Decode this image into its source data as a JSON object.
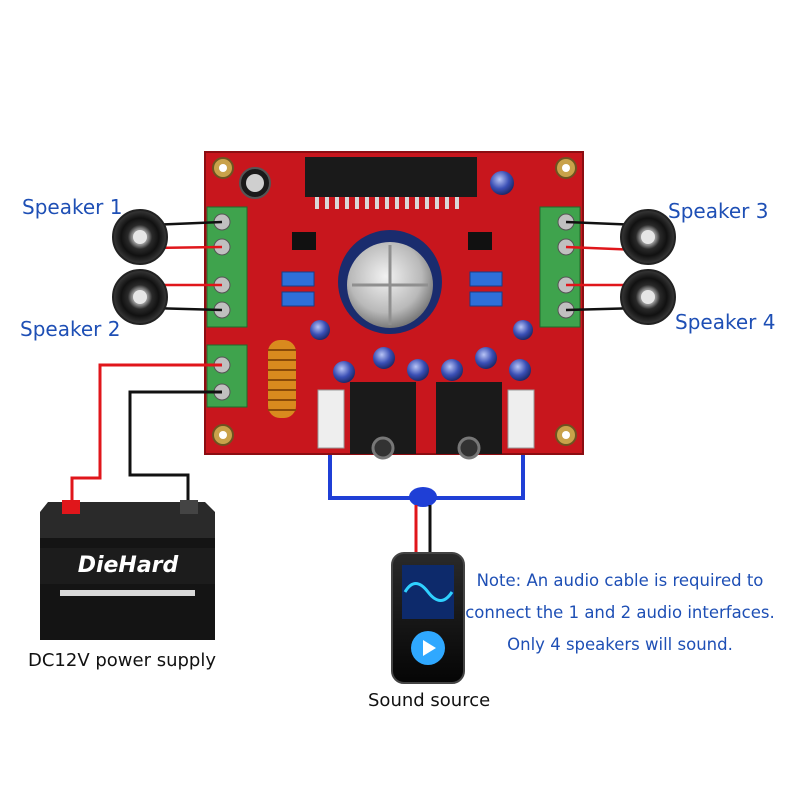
{
  "labels": {
    "speaker_1": "Speaker 1",
    "speaker_2": "Speaker 2",
    "speaker_3": "Speaker 3",
    "speaker_4": "Speaker 4",
    "power": "DC12V power supply",
    "source": "Sound source"
  },
  "note": {
    "line1": "Note: An audio cable is required to",
    "line2": "connect the 1 and 2 audio interfaces.",
    "line3": "Only 4 speakers will sound."
  },
  "battery": {
    "brand": "DieHard"
  },
  "colors": {
    "label_blue": "#1e4fb5",
    "board_red": "#c8161d",
    "wire_red": "#e0161b",
    "wire_black": "#111111",
    "wire_blue": "#1f3fd6",
    "terminal_green": "#3fa34d"
  }
}
